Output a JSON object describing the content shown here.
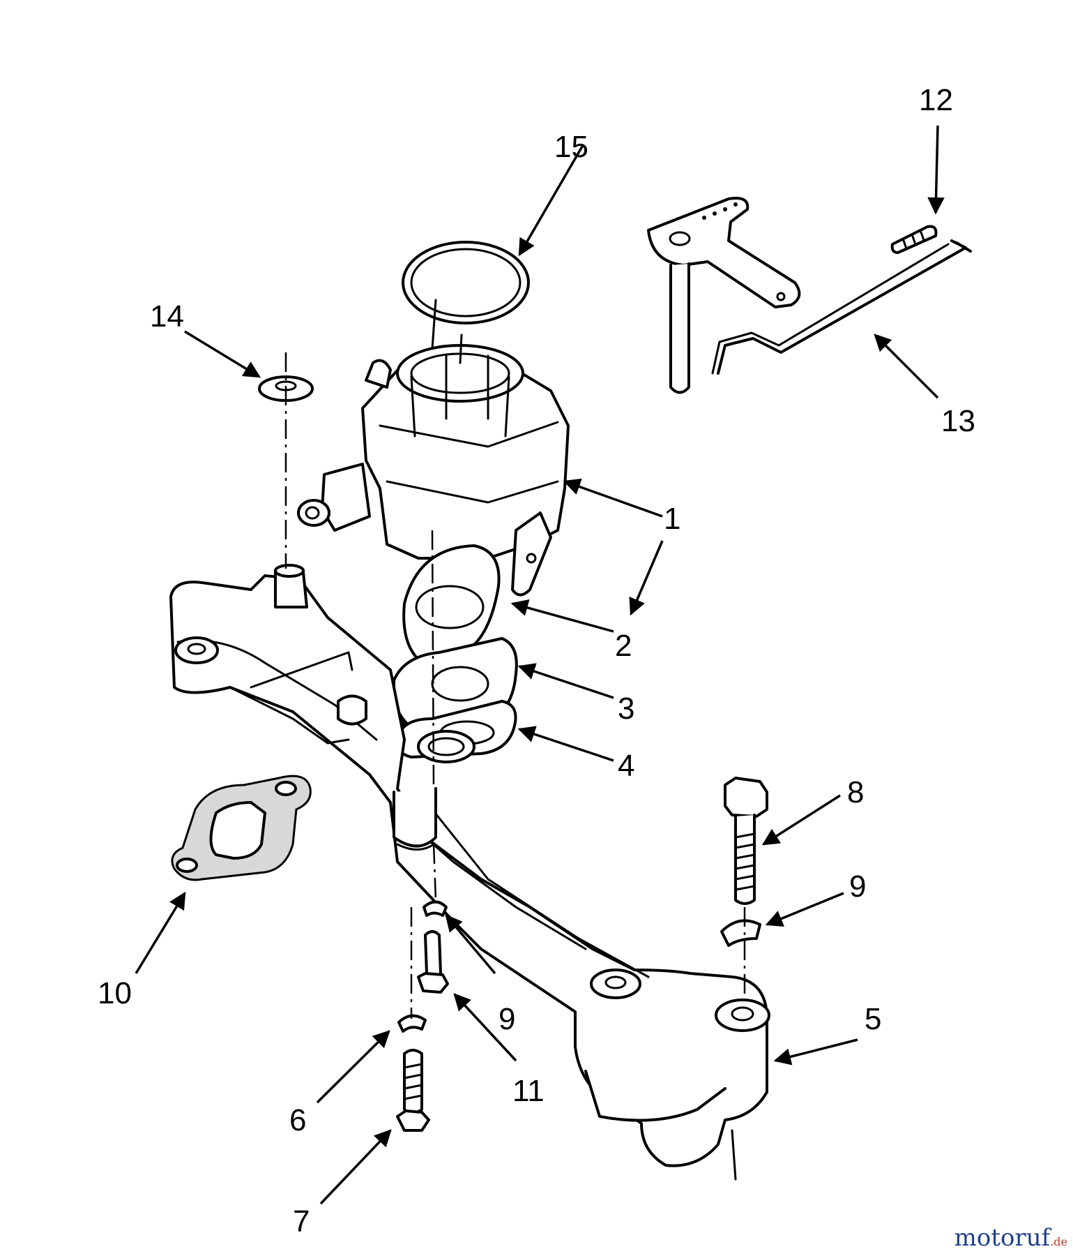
{
  "diagram": {
    "callouts": [
      "1",
      "2",
      "3",
      "4",
      "5",
      "6",
      "7",
      "8",
      "9",
      "9",
      "10",
      "11",
      "12",
      "13",
      "14",
      "15"
    ],
    "parts": {
      "carburetor": "carburetor",
      "intake_manifold": "intake-manifold",
      "throttle_lever": "throttle-lever",
      "throttle_rod": "throttle-rod"
    }
  },
  "watermark": {
    "main": "motoruf",
    "suffix": ".de",
    "colors": {
      "main": "#1d3f8f",
      "accent": "#c0392b"
    }
  }
}
